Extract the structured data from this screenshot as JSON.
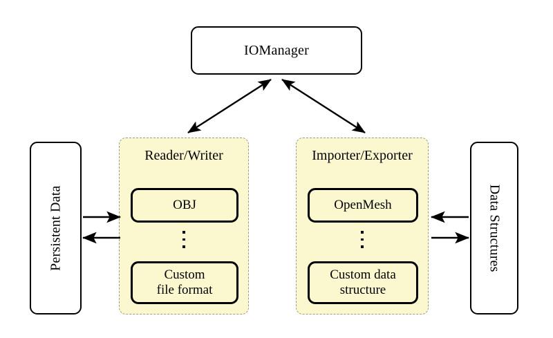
{
  "diagram": {
    "title_node": {
      "label": "IOManager"
    },
    "left_endpoint": {
      "label": "Persistent Data"
    },
    "right_endpoint": {
      "label": "Data Structures"
    },
    "groups": [
      {
        "name": "reader-writer",
        "title": "Reader/Writer",
        "items": [
          {
            "label": "OBJ"
          },
          {
            "label": "Custom\nfile format",
            "line1": "Custom",
            "line2": "file format"
          }
        ],
        "ellipsis": "⋮"
      },
      {
        "name": "importer-exporter",
        "title": "Importer/Exporter",
        "items": [
          {
            "label": "OpenMesh"
          },
          {
            "label": "Custom data\nstructure",
            "line1": "Custom data",
            "line2": "structure"
          }
        ],
        "ellipsis": "⋮"
      }
    ],
    "connections": [
      {
        "name": "iomanager-to-reader-writer",
        "kind": "bidirectional-diagonal"
      },
      {
        "name": "iomanager-to-importer-exporter",
        "kind": "bidirectional-diagonal"
      },
      {
        "name": "persistent-data-to-reader-writer",
        "kind": "arrow-right"
      },
      {
        "name": "reader-writer-to-persistent-data",
        "kind": "arrow-left"
      },
      {
        "name": "data-structures-to-importer-exporter",
        "kind": "arrow-left"
      },
      {
        "name": "importer-exporter-to-data-structures",
        "kind": "arrow-right"
      }
    ]
  },
  "colors": {
    "group_fill": "#FBF8CF",
    "group_border": "#9A9A8F",
    "node_border": "#000000",
    "background": "#FFFFFF"
  }
}
